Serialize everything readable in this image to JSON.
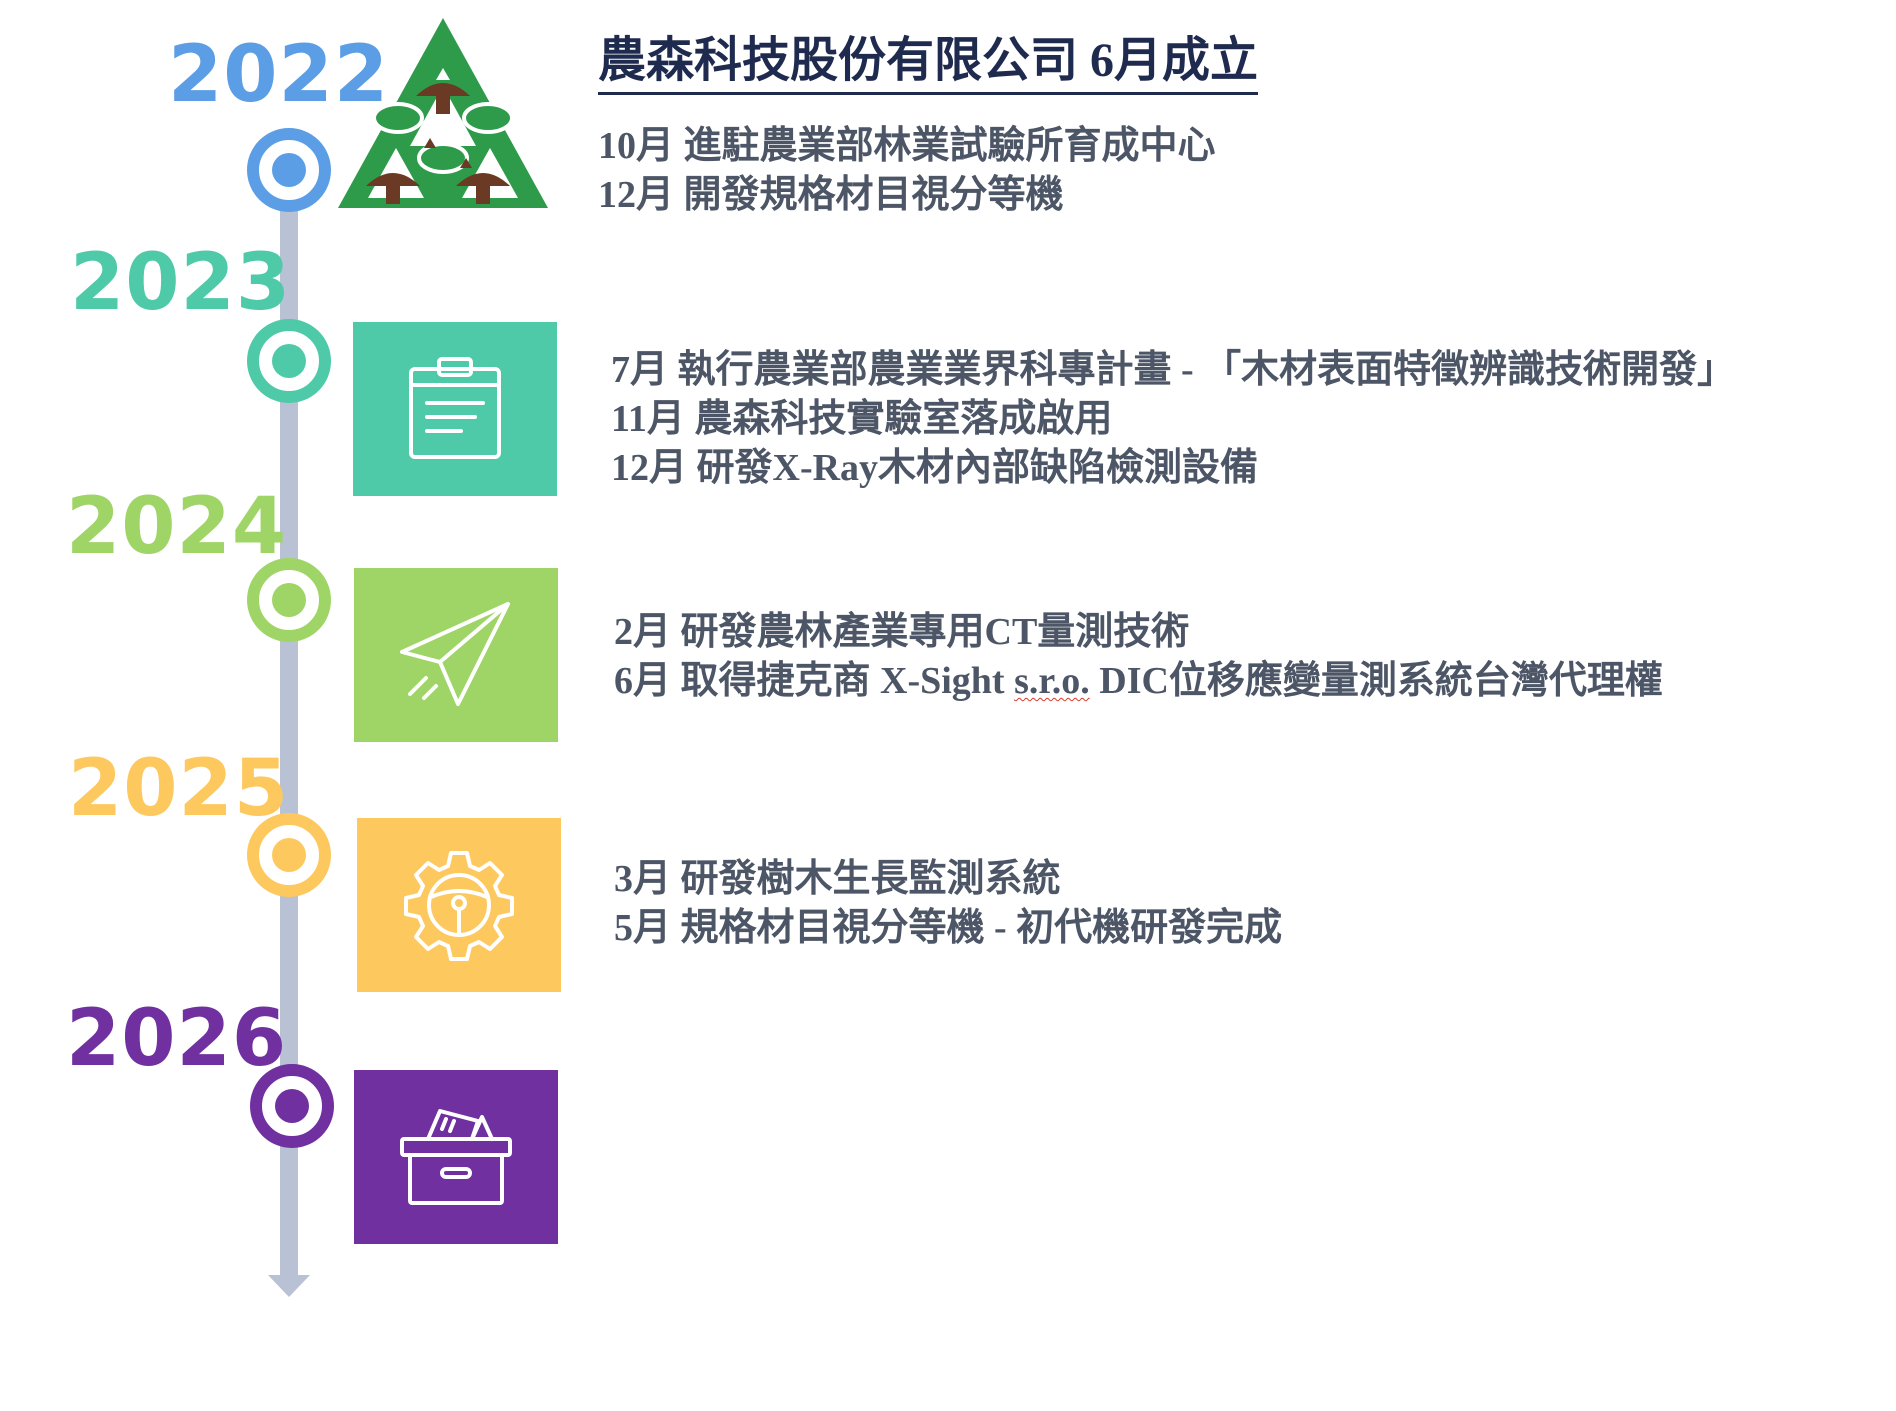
{
  "headline": "農森科技股份有限公司 6月成立",
  "timeline": [
    {
      "year": "2022",
      "color": "#5b9ee5",
      "icon": "company-logo-tree-mushroom",
      "lines": [
        "10月 進駐農業部林業試驗所育成中心",
        "12月  開發規格材目視分等機"
      ]
    },
    {
      "year": "2023",
      "color": "#4ecaa8",
      "icon": "clipboard-icon",
      "lines": [
        "7月 執行農業部農業業界科專計畫 - 「木材表面特徵辨識技術開發」",
        "11月 農森科技實驗室落成啟用",
        "12月 研發X-Ray木材內部缺陷檢測設備"
      ]
    },
    {
      "year": "2024",
      "color": "#9fd466",
      "icon": "paper-plane-icon",
      "lines": [
        "2月 研發農林產業專用CT量測技術"
      ],
      "line2": {
        "prefix": "6月 取得捷克商 X-Sight ",
        "underlined": "s.r.o.",
        "suffix": "  DIC位移應變量測系統台灣代理權"
      }
    },
    {
      "year": "2025",
      "color": "#fdc85e",
      "icon": "gear-steering-icon",
      "lines": [
        "3月 研發樹木生長監測系統",
        "5月 規格材目視分等機 - 初代機研發完成"
      ]
    },
    {
      "year": "2026",
      "color": "#7030a0",
      "icon": "archive-box-icon",
      "lines": []
    }
  ],
  "colors": {
    "axis": "#b8c2d4",
    "text": "#4d5666",
    "headline": "#1f2a4f",
    "logo_green": "#2e9b4a",
    "logo_brown": "#6b3a24"
  }
}
